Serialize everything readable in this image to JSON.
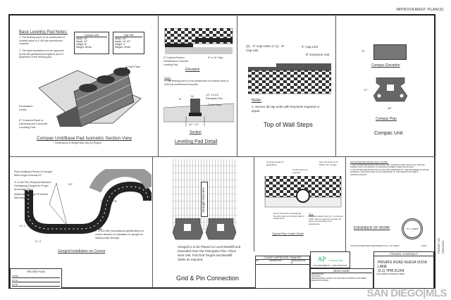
{
  "header": "IMPROVEMENT PLAN(S)",
  "panel1": {
    "notes_title": "Base Leveling Pad Notes:",
    "note1": "1. The leveling pad is to be constructed of crushed stone or 2,000 psi unreinforced concrete.",
    "note2": "2. The base foundation is to be approved by the site geotechnical engineer prior to placement of the leveling pad.",
    "compac": {
      "title": "Compac Unit",
      "rows": [
        "Width: 18\"",
        "Depth: 12\"",
        "Height: 8\"",
        "Weight: 80 lbs"
      ]
    },
    "cap": {
      "title": "Cap Unit",
      "rows": [
        "Width: 18\"",
        "Depth: 10 1/2\"",
        "Height: 4\"",
        "Weight: 45 lbs"
      ]
    },
    "unit_face": "Unit Face",
    "excavation": "Excavation Limits",
    "crushed": "6\" Crushed Rock or Unreinforced Concrete Leveling Pad",
    "title": "Compac Unit/Base Pad Isometric Section View",
    "subtitle": "* Dimensions & Weight May Vary by Region"
  },
  "panel2": {
    "crushed": "6\" Crushed Rock or Unreinforced Concrete Leveling Pad",
    "step": "8\" or 16\" Step",
    "elevation": "Elevation",
    "note_title": "Note:",
    "note": "1. The leveling pad is to be constructed of crushed stone or 2000 psi unreinforced concrete.",
    "pins": "1/2\" x 5 1/4\" Fiberglass Pins",
    "front_face": "Front Face",
    "six": "6\"",
    "w": "W",
    "w12": "W + 12\"",
    "section": "Section",
    "title": "Leveling Pad Detail"
  },
  "panel3": {
    "cap_units": "(2) - 4\" Cap Units or (1) - 8\" Cap Unit",
    "cap4": "4\" Cap Unit",
    "keystone": "8\" Keystone Unit",
    "note_title": "Note:",
    "note": "1. Secure all cap units with Keystone Kapseal or equal.",
    "title": "Top of Wall Steps"
  },
  "panel4": {
    "dim8": "8\"",
    "elevation": "Compac Elevation",
    "dim12": "12\"",
    "dim18": "18\"",
    "plan": "Compac Plan",
    "title": "Compac Unit"
  },
  "panel5": {
    "label1": "Place Additional Pieces of Geogrid When Angle Exceeds 20°",
    "label2": "3\" of Soil Fill is Required Between Overlapping Geogrid for Proper Anchorage (Typ.)",
    "label3": "Additional Drainage Fill Extend Wall Height / 2",
    "drainage": "Drainage Fill",
    "h2a": "H / 2",
    "h2b": "H / 2",
    "angle": "20°",
    "note_title": "Note:",
    "note": "1. Check with manufactural specifications on correct direction of orientation for geogrid to obtain proper strength.",
    "title": "Geogrid Installation on Curves"
  },
  "panel6": {
    "strength": "Strength Direction",
    "note": "Geogrid is to be Placed on Level Backfill and Extended Over the Fiberglass Pins. Place Next Unit. Pull Grid Taught and Backfill. Stake as required.",
    "title": "Grid & Pin Connection"
  },
  "panel7": {
    "gutter": "Concrete Gutter (if applicable)",
    "saw": "Saw Cut Units to Fit Within 1/2\" of Pipe",
    "cont": "Control joints as required",
    "scour": "Scour Protection as Required Use Rip Rap or Concrete Slab in Outlet Area",
    "note_title": "Note:",
    "note": "For pipes larger than 24\", a concrete collar may be used around pipe for ease of construction and appearance.",
    "title": "Typical Pipe Outlet Detail"
  },
  "panel8": {
    "notes_title": "KEYSTONE RETAINING WALL NOTES:",
    "note1": "1. KEYSTONE RETAINING WALLS WILL BE CONSTRUCTED WITH FULL SPECIAL INSPECTION ACCORDING TO MANUFACTURER'S SPECIFICATIONS.",
    "note2": "2. KEYSTONE RETAINING WALLS WILL BE CERTIFIED BY THE ENGINEER OF WORK AS BEING CONSTRUCTED IN ACCORDANCE TO THE MANUFACTURER'S SPECIFICATIONS.",
    "engineer": "ENGINEER OF WORK",
    "seal": "No. C 00000",
    "signer": "VICTOR RODRIGUEZ-FERNANDEZ R.C.E. NO. 00000",
    "date": "DATE"
  },
  "record": {
    "title": "RECORD PLAN",
    "rows": [
      "NAME:",
      "R.C.E.:",
      "DATE:"
    ]
  },
  "changes": {
    "title": "COUNTY APPROVED CHANGES",
    "cols": [
      "NO.",
      "DESCRIPTION",
      "APPROVED BY",
      "DATE"
    ]
  },
  "benchmark": {
    "title": "BENCH MARK",
    "rows": [
      "DESCRIPTION:",
      "LOCATION:",
      "RECORD FROM: COUNTY OF SAN DIEGO CONTROL DATA SHEET",
      "ELEVATION:      DATUM:"
    ]
  },
  "firm": {
    "logo": "AP",
    "name": "CONSULTING",
    "tag": "CIVIL ENGINEERING · LAND SURVEYING"
  },
  "contract": {
    "title": "PRIVATE CONTRACT",
    "project": "PRIVATE ROAD NUEVA VISTA LANE",
    "line2": "(3.1)    TPM 21204",
    "sub": "CALIFORNIA COORDINATE INDEX"
  },
  "side": [
    "PERMIT NO.",
    "GRADING"
  ],
  "watermark": "SAN DIEGO|MLS"
}
